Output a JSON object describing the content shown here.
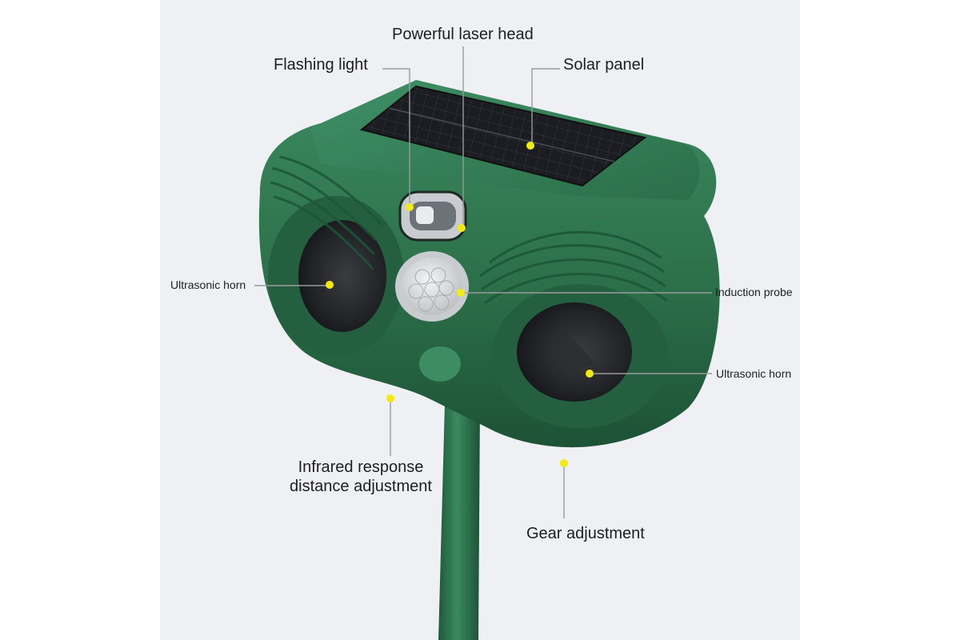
{
  "callouts": {
    "laser_head": "Powerful laser head",
    "flashing_light": "Flashing light",
    "solar_panel": "Solar panel",
    "ultrasonic_horn_left": "Ultrasonic horn",
    "induction_probe": "Induction probe",
    "ultrasonic_horn_right": "Ultrasonic horn",
    "infrared_line1": "Infrared response",
    "infrared_line2": "distance adjustment",
    "gear_adjustment": "Gear adjustment"
  },
  "colors": {
    "device_green": "#2f7a52",
    "device_dark": "#1f5a3b",
    "solar_panel": "#1b1d22",
    "callout_dot": "#f2ea10",
    "leader_line": "#9a9a9a"
  }
}
